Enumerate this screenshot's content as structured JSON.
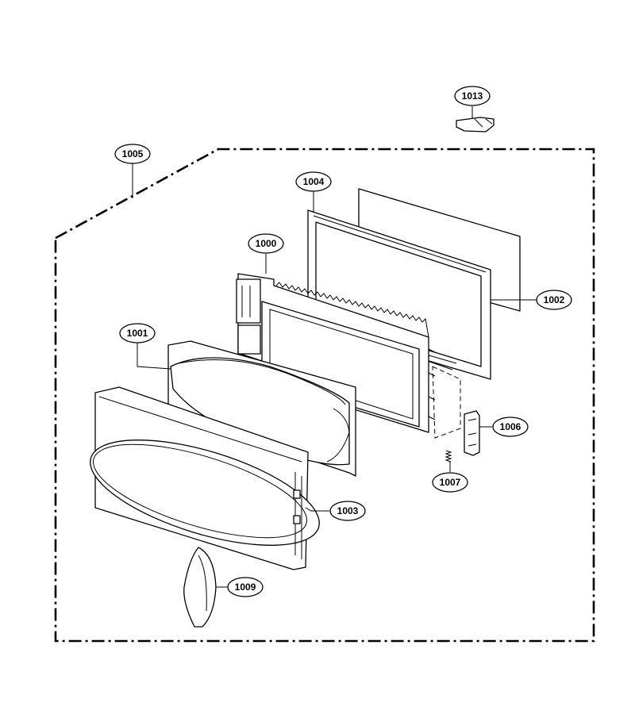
{
  "callouts": {
    "c1000": "1000",
    "c1001": "1001",
    "c1002": "1002",
    "c1003": "1003",
    "c1004": "1004",
    "c1005": "1005",
    "c1006": "1006",
    "c1007": "1007",
    "c1009": "1009",
    "c1013": "1013"
  }
}
